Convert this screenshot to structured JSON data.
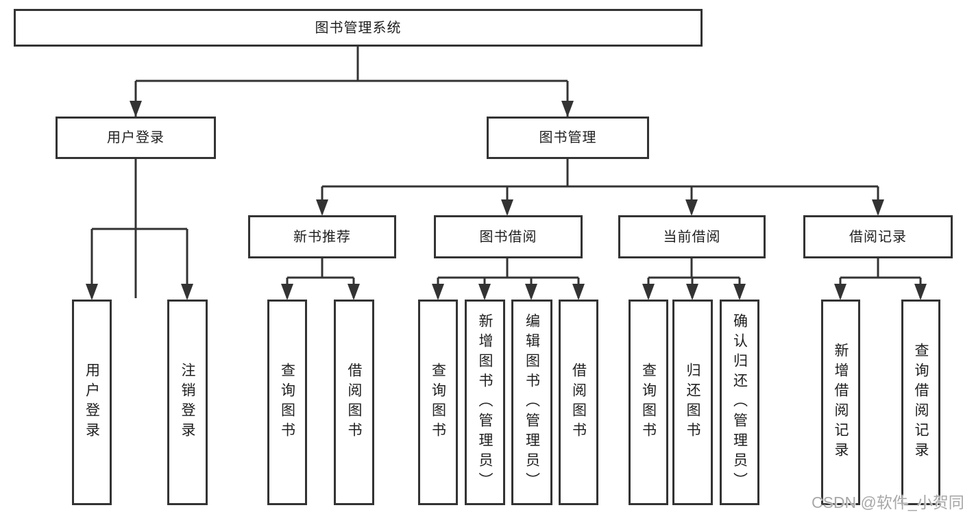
{
  "diagram": {
    "root": {
      "label": "图书管理系统"
    },
    "level2": {
      "user_login": {
        "label": "用户登录"
      },
      "book_mgmt": {
        "label": "图书管理"
      }
    },
    "level3": {
      "new_book_rec": {
        "label": "新书推荐"
      },
      "book_borrow": {
        "label": "图书借阅"
      },
      "current_borrow": {
        "label": "当前借阅"
      },
      "borrow_records": {
        "label": "借阅记录"
      }
    },
    "leaves": {
      "user_login": {
        "label": "用户登录"
      },
      "logout": {
        "label": "注销登录"
      },
      "nbr_query": {
        "label": "查询图书"
      },
      "nbr_borrow": {
        "label": "借阅图书"
      },
      "bb_query": {
        "label": "查询图书"
      },
      "bb_add": {
        "label": "新增图书（管理员）"
      },
      "bb_edit": {
        "label": "编辑图书（管理员）"
      },
      "bb_borrow": {
        "label": "借阅图书"
      },
      "cb_query": {
        "label": "查询图书"
      },
      "cb_return": {
        "label": "归还图书"
      },
      "cb_confirm": {
        "label": "确认归还（管理员）"
      },
      "br_add": {
        "label": "新增借阅记录"
      },
      "br_query": {
        "label": "查询借阅记录"
      }
    },
    "watermark": "CSDN @软件_小贺同学",
    "colors": {
      "line": "#333333",
      "text": "#1f1f1f",
      "background": "#ffffff",
      "watermark": "#a8a8a8"
    }
  }
}
